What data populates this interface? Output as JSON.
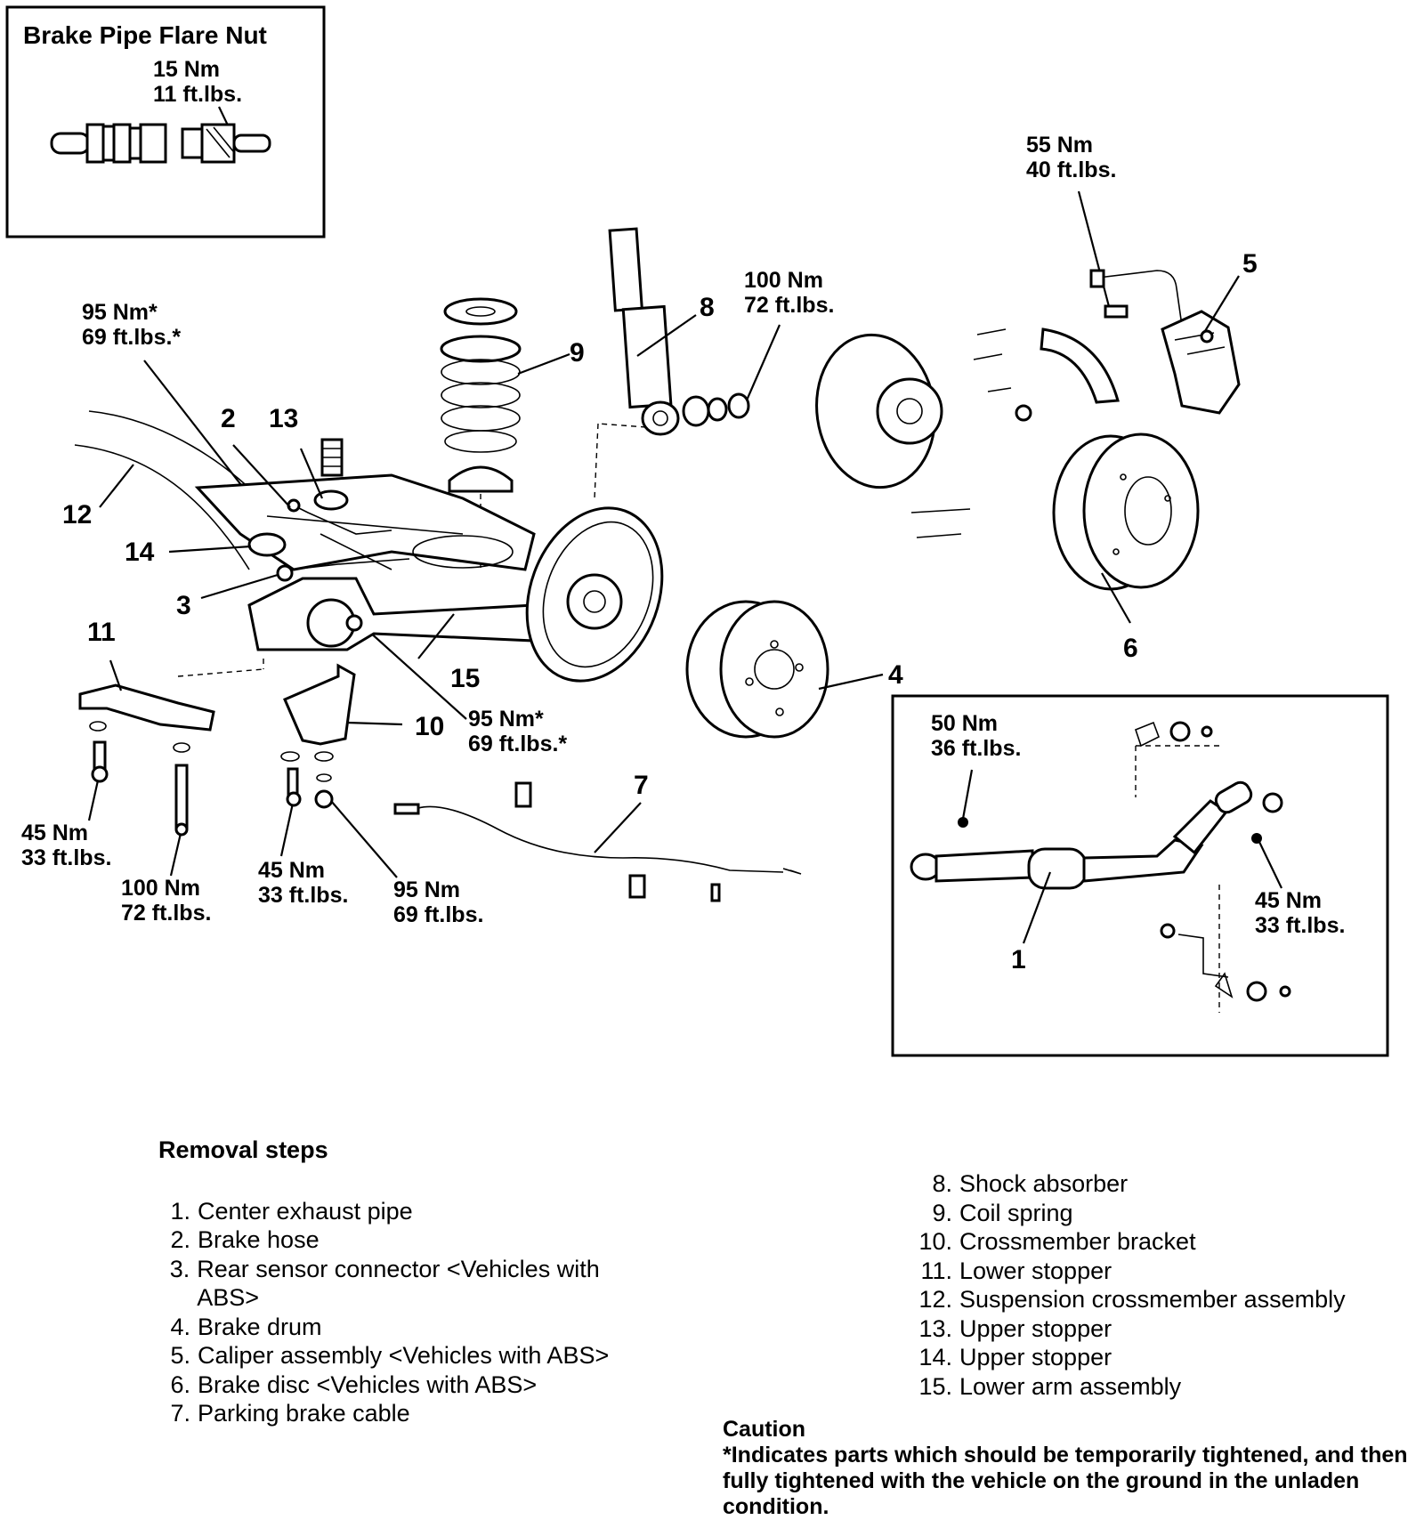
{
  "inset_flare": {
    "title": "Brake Pipe Flare Nut",
    "torque_nm": "15 Nm",
    "torque_ftlbs": "11 ft.lbs."
  },
  "callouts": {
    "t_55": [
      "55 Nm",
      "40 ft.lbs."
    ],
    "t_100_top": [
      "100 Nm",
      "72 ft.lbs."
    ],
    "t_95_left": [
      "95 Nm*",
      "69 ft.lbs.*"
    ],
    "t_95_mid": [
      "95 Nm*",
      "69 ft.lbs.*"
    ],
    "t_45_a": [
      "45 Nm",
      "33 ft.lbs."
    ],
    "t_100_bot": [
      "100 Nm",
      "72 ft.lbs."
    ],
    "t_45_b": [
      "45 Nm",
      "33 ft.lbs."
    ],
    "t_95_bot": [
      "95 Nm",
      "69 ft.lbs."
    ],
    "t_50": [
      "50 Nm",
      "36 ft.lbs."
    ],
    "t_45_c": [
      "45 Nm",
      "33 ft.lbs."
    ]
  },
  "part_numbers": {
    "p1": "1",
    "p2": "2",
    "p3": "3",
    "p4": "4",
    "p5": "5",
    "p6": "6",
    "p7": "7",
    "p8": "8",
    "p9": "9",
    "p10": "10",
    "p11": "11",
    "p12": "12",
    "p13": "13",
    "p14": "14",
    "p15": "15"
  },
  "removal": {
    "heading": "Removal steps",
    "left": [
      {
        "n": "1.",
        "text": "Center exhaust pipe"
      },
      {
        "n": "2.",
        "text": "Brake hose"
      },
      {
        "n": "3.",
        "text": "Rear sensor connector <Vehicles with ABS>"
      },
      {
        "n": "4.",
        "text": "Brake drum"
      },
      {
        "n": "5.",
        "text": "Caliper assembly <Vehicles with ABS>"
      },
      {
        "n": "6.",
        "text": "Brake disc <Vehicles with ABS>"
      },
      {
        "n": "7.",
        "text": "Parking brake cable"
      }
    ],
    "right": [
      {
        "n": "8.",
        "text": "Shock absorber"
      },
      {
        "n": "9.",
        "text": "Coil spring"
      },
      {
        "n": "10.",
        "text": "Crossmember bracket"
      },
      {
        "n": "11.",
        "text": "Lower stopper"
      },
      {
        "n": "12.",
        "text": "Suspension crossmember assembly"
      },
      {
        "n": "13.",
        "text": "Upper stopper"
      },
      {
        "n": "14.",
        "text": "Upper stopper"
      },
      {
        "n": "15.",
        "text": "Lower arm assembly"
      }
    ]
  },
  "caution": {
    "heading": "Caution",
    "text": "*Indicates parts which should be temporarily tightened, and then fully tightened with the vehicle on the ground in the unladen condition."
  }
}
